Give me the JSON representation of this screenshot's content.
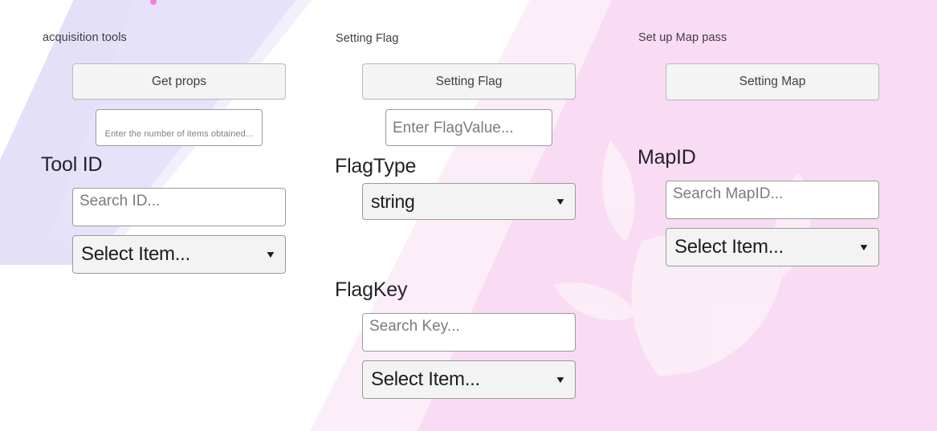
{
  "theme": {
    "background": "#ffffff",
    "band_lavender": "#e4e0f8",
    "band_pink_light": "#fbeef8",
    "band_pink": "#f9dcf3",
    "button_face": "#f4f4f4",
    "button_border": "#b9b9b9",
    "input_border": "#9a9a9a",
    "select_face": "#f3f3f3",
    "text_primary": "#242228",
    "text_caption": "#3f3b46",
    "placeholder": "#808080",
    "accent_dot": "#ef6fd0"
  },
  "columns": [
    {
      "id": "tool",
      "caption": "acquisition tools",
      "button_label": "Get props",
      "value_input_placeholder": "Enter the number of items obtained...",
      "section_label": "Tool ID",
      "search_placeholder": "Search ID...",
      "select_value": "Select Item...",
      "select_caret": "chevron-down-icon"
    },
    {
      "id": "flag",
      "caption": "Setting Flag",
      "button_label": "Setting Flag",
      "value_input_placeholder": "Enter FlagValue...",
      "section_label": "FlagType",
      "type_select_value": "string",
      "second_section_label": "FlagKey",
      "search_placeholder": "Search Key...",
      "select_value": "Select Item...",
      "select_caret": "chevron-down-icon"
    },
    {
      "id": "map",
      "caption": "Set up Map pass",
      "button_label": "Setting Map",
      "section_label": "MapID",
      "search_placeholder": "Search MapID...",
      "select_value": "Select Item...",
      "select_caret": "chevron-down-icon"
    }
  ]
}
